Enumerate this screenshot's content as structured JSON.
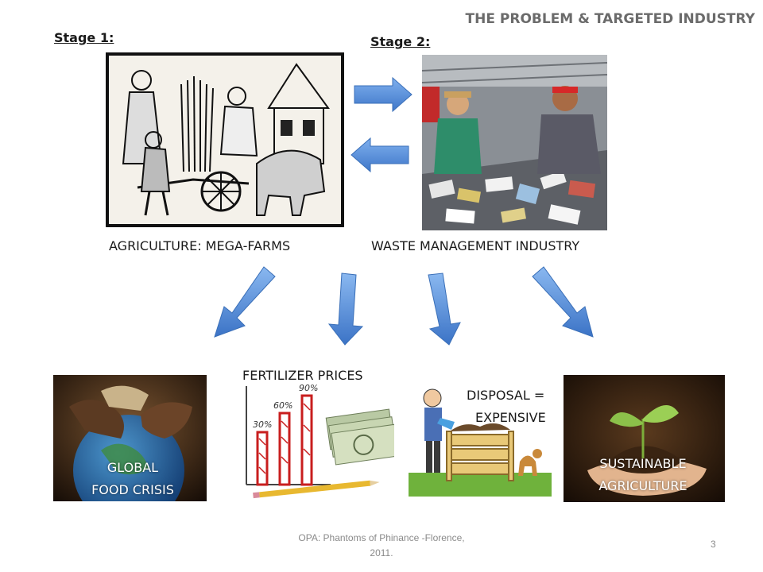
{
  "slide": {
    "title": "THE PROBLEM & TARGETED INDUSTRY",
    "stage1_label": "Stage 1:",
    "stage2_label": "Stage 2:",
    "agriculture_caption": "AGRICULTURE: MEGA-FARMS",
    "waste_caption": "WASTE MANAGEMENT INDUSTRY",
    "fertilizer_caption": "FERTILIZER PRICES",
    "disposal_caption_line1": "DISPOSAL =",
    "disposal_caption_line2": "EXPENSIVE",
    "food_crisis_line1": "GLOBAL",
    "food_crisis_line2": "FOOD CRISIS",
    "sustainable_line1": "SUSTAINABLE",
    "sustainable_line2": "AGRICULTURE",
    "chart_labels": [
      "30%",
      "60%",
      "90%"
    ],
    "footer_line1": "OPA: Phantoms of Phinance -Florence,",
    "footer_line2": "2011.",
    "page_number": "3"
  },
  "colors": {
    "arrow_fill": "#4a86d6",
    "title_gray": "#6b6b6b",
    "footer_gray": "#8a8a8a"
  }
}
